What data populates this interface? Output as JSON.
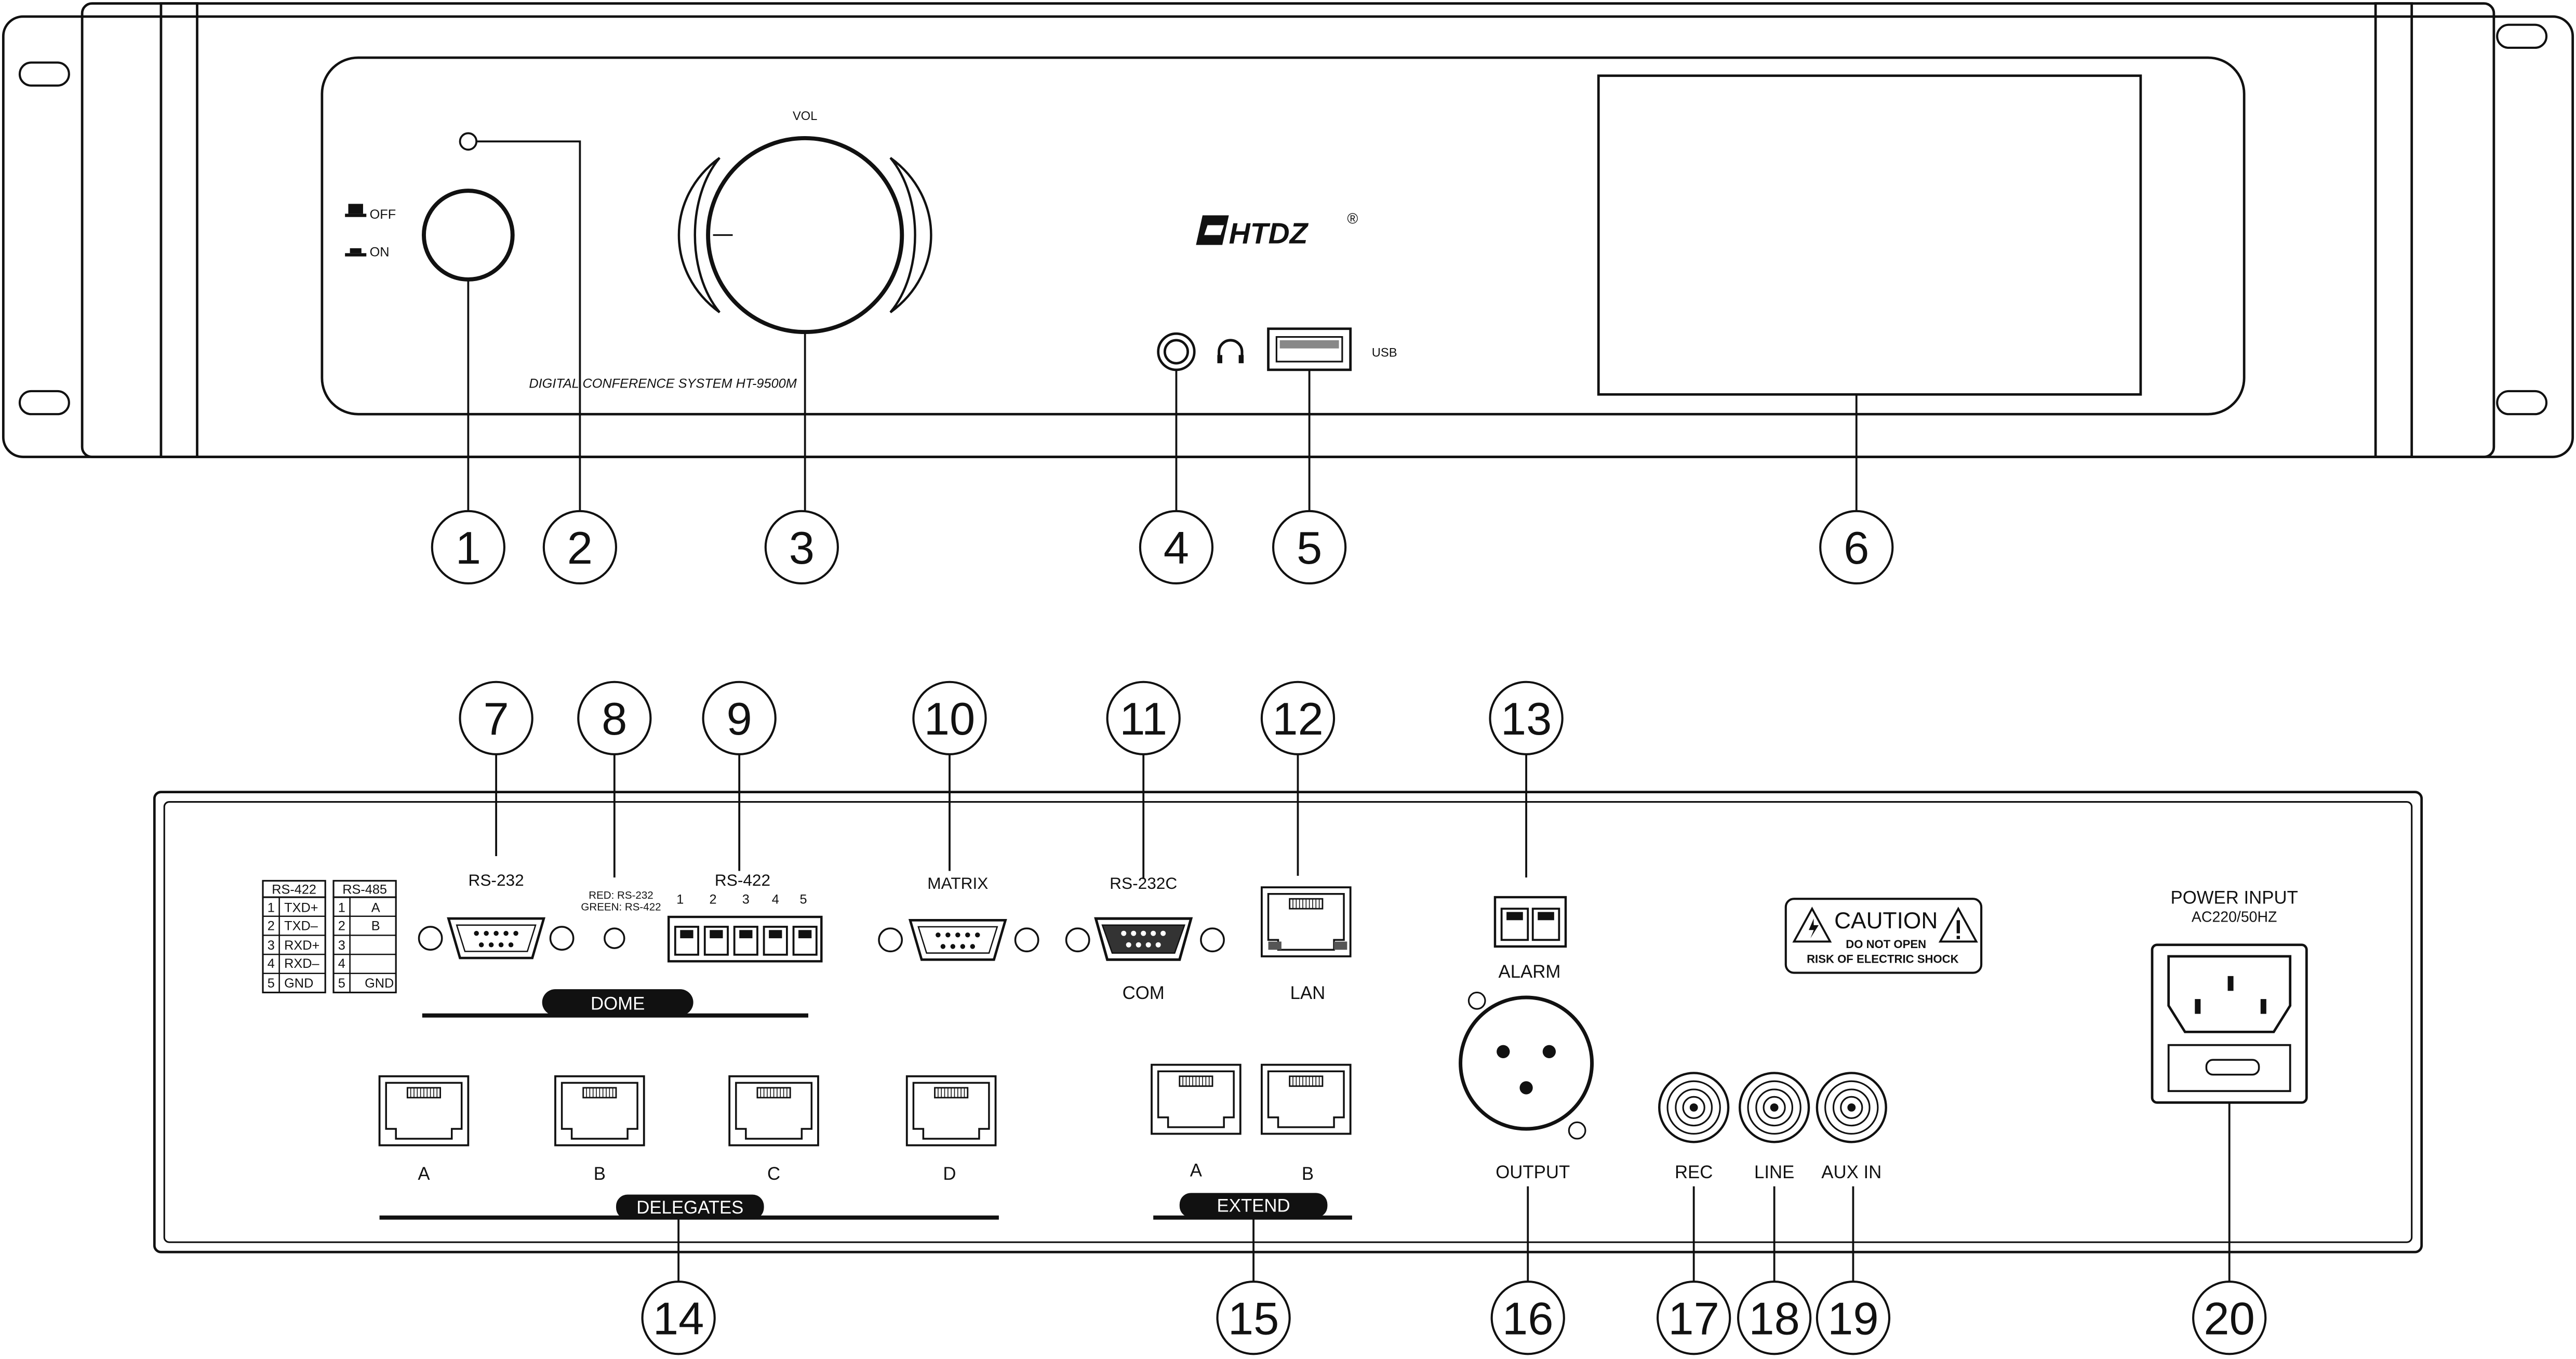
{
  "front_panel": {
    "power_off_label": "OFF",
    "power_on_label": "ON",
    "volume_label": "VOL",
    "model_text": "DIGITAL CONFERENCE SYSTEM HT-9500M",
    "brand": "HTDZ",
    "registered_mark": "®",
    "usb_label": "USB"
  },
  "rear_panel": {
    "rs232_label": "RS-232",
    "led_note_red": "RED: RS-232",
    "led_note_green": "GREEN: RS-422",
    "rs422_label": "RS-422",
    "rs422_pins": [
      "1",
      "2",
      "3",
      "4",
      "5"
    ],
    "matrix_label": "MATRIX",
    "rs232c_label": "RS-232C",
    "com_label": "COM",
    "lan_label": "LAN",
    "alarm_label": "ALARM",
    "dome_label": "DOME",
    "delegates_label": "DELEGATES",
    "delegate_ports": [
      "A",
      "B",
      "C",
      "D"
    ],
    "extend_label": "EXTEND",
    "extend_ports": [
      "A",
      "B"
    ],
    "output_label": "OUTPUT",
    "rec_label": "REC",
    "line_label": "LINE",
    "aux_label": "AUX IN",
    "caution_title": "CAUTION",
    "caution_line1": "DO NOT OPEN",
    "caution_line2": "RISK OF ELECTRIC SHOCK",
    "power_input_label": "POWER INPUT",
    "power_spec": "AC220/50HZ",
    "pinout": {
      "rs422_header": "RS-422",
      "rs485_header": "RS-485",
      "rows": [
        {
          "n1": "1",
          "v1": "TXD+",
          "n2": "1",
          "v2": "A"
        },
        {
          "n1": "2",
          "v1": "TXD–",
          "n2": "2",
          "v2": "B"
        },
        {
          "n1": "3",
          "v1": "RXD+",
          "n2": "3",
          "v2": ""
        },
        {
          "n1": "4",
          "v1": "RXD–",
          "n2": "4",
          "v2": ""
        },
        {
          "n1": "5",
          "v1": "GND",
          "n2": "5",
          "v2": "GND"
        }
      ]
    }
  },
  "callouts": {
    "front": [
      "1",
      "2",
      "3",
      "4",
      "5",
      "6"
    ],
    "rear_top": [
      "7",
      "8",
      "9",
      "10",
      "11",
      "12",
      "13"
    ],
    "rear_bottom": [
      "14",
      "15",
      "16",
      "17",
      "18",
      "19",
      "20"
    ]
  }
}
